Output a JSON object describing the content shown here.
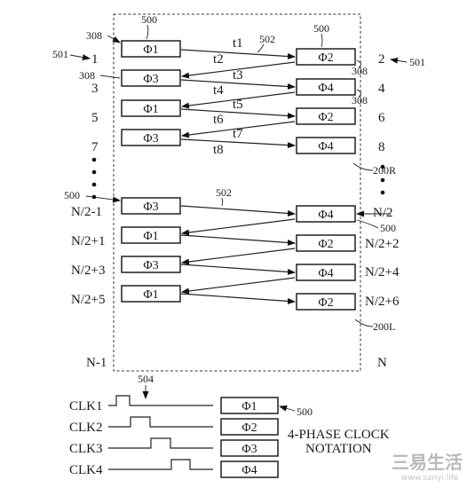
{
  "ref": {
    "box_top_left": "500",
    "box_top_right": "500",
    "r308_a": "308",
    "r308_b": "308",
    "r308_c": "308",
    "r308_d": "308",
    "r501_left": "501",
    "r501_right": "501",
    "r502_top": "502",
    "r502_mid": "502",
    "r500_left_mid": "500",
    "r500_right_mid": "500",
    "r200R": "200R",
    "r200L": "200L",
    "r504": "504",
    "r500_legend": "500"
  },
  "left_rows": [
    {
      "num": "1",
      "phase": "Φ1"
    },
    {
      "num": "3",
      "phase": "Φ3"
    },
    {
      "num": "5",
      "phase": "Φ1"
    },
    {
      "num": "7",
      "phase": "Φ3"
    },
    {
      "num": "N/2-1",
      "phase": "Φ3"
    },
    {
      "num": "N/2+1",
      "phase": "Φ1"
    },
    {
      "num": "N/2+3",
      "phase": "Φ3"
    },
    {
      "num": "N/2+5",
      "phase": "Φ1"
    }
  ],
  "right_rows": [
    {
      "num": "2",
      "phase": "Φ2"
    },
    {
      "num": "4",
      "phase": "Φ4"
    },
    {
      "num": "6",
      "phase": "Φ2"
    },
    {
      "num": "8",
      "phase": "Φ4"
    },
    {
      "num": "N/2",
      "phase": "Φ4"
    },
    {
      "num": "N/2+2",
      "phase": "Φ2"
    },
    {
      "num": "N/2+4",
      "phase": "Φ4"
    },
    {
      "num": "N/2+6",
      "phase": "Φ2"
    }
  ],
  "timing": [
    "t1",
    "t2",
    "t3",
    "t4",
    "t5",
    "t6",
    "t7",
    "t8"
  ],
  "bottom": {
    "left": "N-1",
    "right": "N"
  },
  "clocks": [
    {
      "name": "CLK1",
      "phase": "Φ1"
    },
    {
      "name": "CLK2",
      "phase": "Φ2"
    },
    {
      "name": "CLK3",
      "phase": "Φ3"
    },
    {
      "name": "CLK4",
      "phase": "Φ4"
    }
  ],
  "notation": {
    "line1": "4-PHASE CLOCK",
    "line2": "NOTATION"
  },
  "watermark": {
    "main": "三易生活",
    "sub": "www.sanyi.life"
  }
}
